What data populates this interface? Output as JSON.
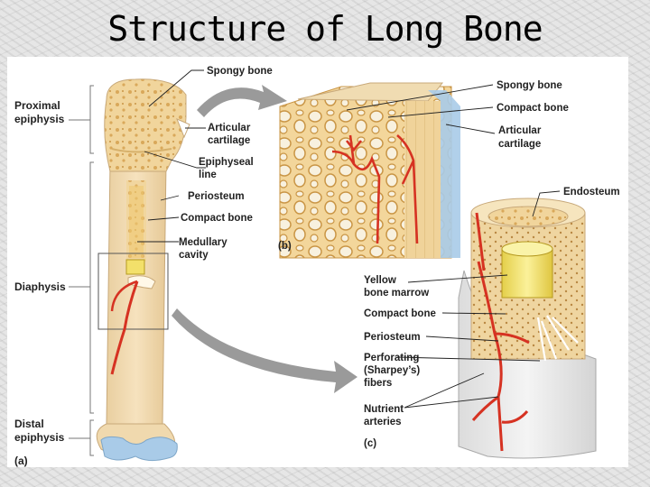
{
  "title": "Structure of Long Bone",
  "panel_a": {
    "letter": "(a)",
    "regions": {
      "proximal_1": "Proximal",
      "proximal_2": "epiphysis",
      "diaphysis": "Diaphysis",
      "distal_1": "Distal",
      "distal_2": "epiphysis"
    },
    "labels": {
      "spongy": "Spongy bone",
      "articular_1": "Articular",
      "articular_2": "cartilage",
      "epiphyseal_1": "Epiphyseal",
      "epiphyseal_2": "line",
      "periosteum": "Periosteum",
      "compact": "Compact bone",
      "medullary_1": "Medullary",
      "medullary_2": "cavity"
    }
  },
  "panel_b": {
    "letter": "(b)",
    "labels": {
      "spongy": "Spongy bone",
      "compact": "Compact bone",
      "articular_1": "Articular",
      "articular_2": "cartilage"
    }
  },
  "panel_c": {
    "letter": "(c)",
    "labels": {
      "endosteum": "Endosteum",
      "yellow_1": "Yellow",
      "yellow_2": "bone marrow",
      "compact": "Compact bone",
      "periosteum": "Periosteum",
      "perforating_1": "Perforating",
      "perforating_2": "(Sharpey’s)",
      "perforating_3": "fibers",
      "nutrient_1": "Nutrient",
      "nutrient_2": "arteries"
    }
  },
  "colors": {
    "bone": "#f3d9a4",
    "spongy": "#e9c27a",
    "cartilage": "#a9cbe8",
    "artery": "#d63222",
    "marrow": "#f0e070",
    "periosteum": "#e2e2e2",
    "arrow": "#9a9a9a"
  }
}
